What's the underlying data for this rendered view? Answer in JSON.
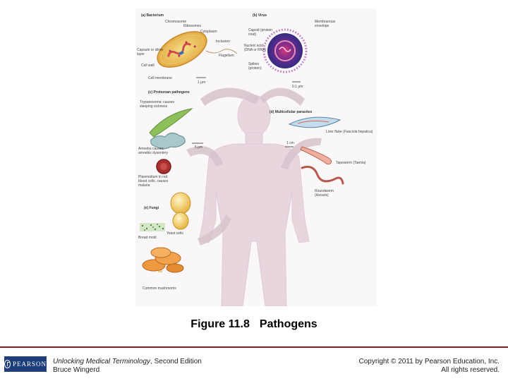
{
  "figure": {
    "sections": {
      "bacteria": "(a) Bacterium",
      "virus": "(b) Virus",
      "protozoa": "(c) Protozoan pathogens",
      "multicellular": "(d) Multicellular parasites",
      "fungi": "(e) Fungi"
    },
    "labels": {
      "chromosome": "Chromosome",
      "ribosomes": "Ribosomes",
      "cytoplasm": "Cytoplasm",
      "inclusion": "Inclusion",
      "capsule": "Capsule or slime layer",
      "cell_wall": "Cell wall",
      "cell_membrane": "Cell membrane",
      "flagellum": "Flagellum",
      "bacterium_scale": "1 μm",
      "membranous_envelope": "Membranous envelope",
      "capsid": "Capsid (protein coat)",
      "nucleic_acid": "Nucleic acid (DNA or RNA)",
      "spikes": "Spikes (protein)",
      "virus_scale": "0.1 μm",
      "trypanosoma": "Trypanosoma: causes sleeping sickness",
      "protozoa_scale": "5 μm",
      "amoeba": "Amoeba causes amoebic dysentery",
      "plasmodium": "Plasmodium in red blood cells, causes malaria",
      "yeast": "Yeast cells",
      "bread_mold": "Bread mold",
      "mushrooms": "Common mushrooms",
      "liver_fluke": "Liver fluke (Fasciola hepatica)",
      "fluke_scale": "1 cm",
      "tapeworm": "Tapeworm (Taenia)",
      "roundworm": "Roundworm (Ascaris)"
    }
  },
  "caption": {
    "number": "Figure 11.8",
    "title": "Pathogens"
  },
  "footer": {
    "logo": "PEARSON",
    "book_title": "Unlocking Medical Terminology",
    "edition": ", Second Edition",
    "author": "Bruce Wingerd",
    "copyright": "Copyright © 2011 by Pearson Education, Inc.",
    "rights": "All rights reserved."
  },
  "colors": {
    "accent_rule": "#8b1a1a",
    "logo_bg": "#1e3f7a",
    "body_silhouette": "#e8d6df"
  }
}
